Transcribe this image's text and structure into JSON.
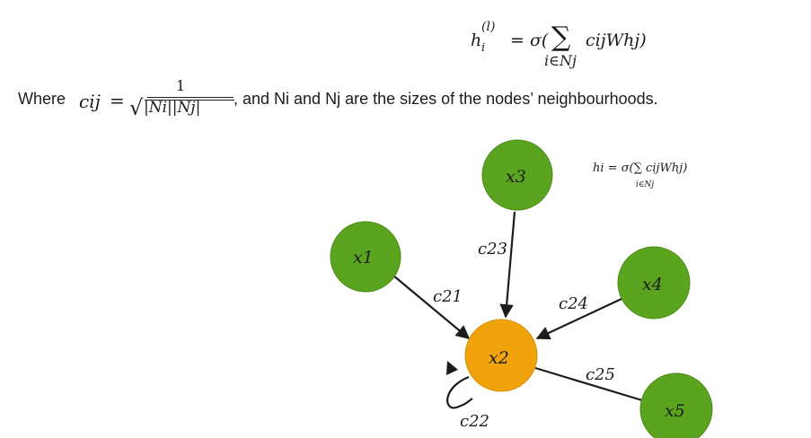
{
  "formula_top": {
    "lhs": "h",
    "superscript": "(l)",
    "subscript": "i",
    "equals_sigma": "= σ(",
    "sum_symbol": "∑",
    "sum_index": "i∈Nj",
    "body": "cijWhj)"
  },
  "explanation": {
    "prefix": "Where",
    "cij": "cij",
    "equals": "=",
    "numerator": "1",
    "sqrt": "√",
    "denominator": "|Ni||Nj|",
    "suffix": ", and Ni and Nj are the sizes of the nodes’ neighbourhoods."
  },
  "formula_small": {
    "main": "hi = σ(∑ cijWhj)",
    "sum_index": "i∈Nj"
  },
  "nodes": [
    {
      "id": "x1",
      "label": "x1",
      "color": "#5ba41f"
    },
    {
      "id": "x2",
      "label": "x2",
      "color": "#f0a30a"
    },
    {
      "id": "x3",
      "label": "x3",
      "color": "#5ba41f"
    },
    {
      "id": "x4",
      "label": "x4",
      "color": "#5ba41f"
    },
    {
      "id": "x5",
      "label": "x5",
      "color": "#5ba41f"
    }
  ],
  "edges": [
    {
      "label": "c21"
    },
    {
      "label": "c23"
    },
    {
      "label": "c24"
    },
    {
      "label": "c25"
    },
    {
      "label": "c22"
    }
  ]
}
